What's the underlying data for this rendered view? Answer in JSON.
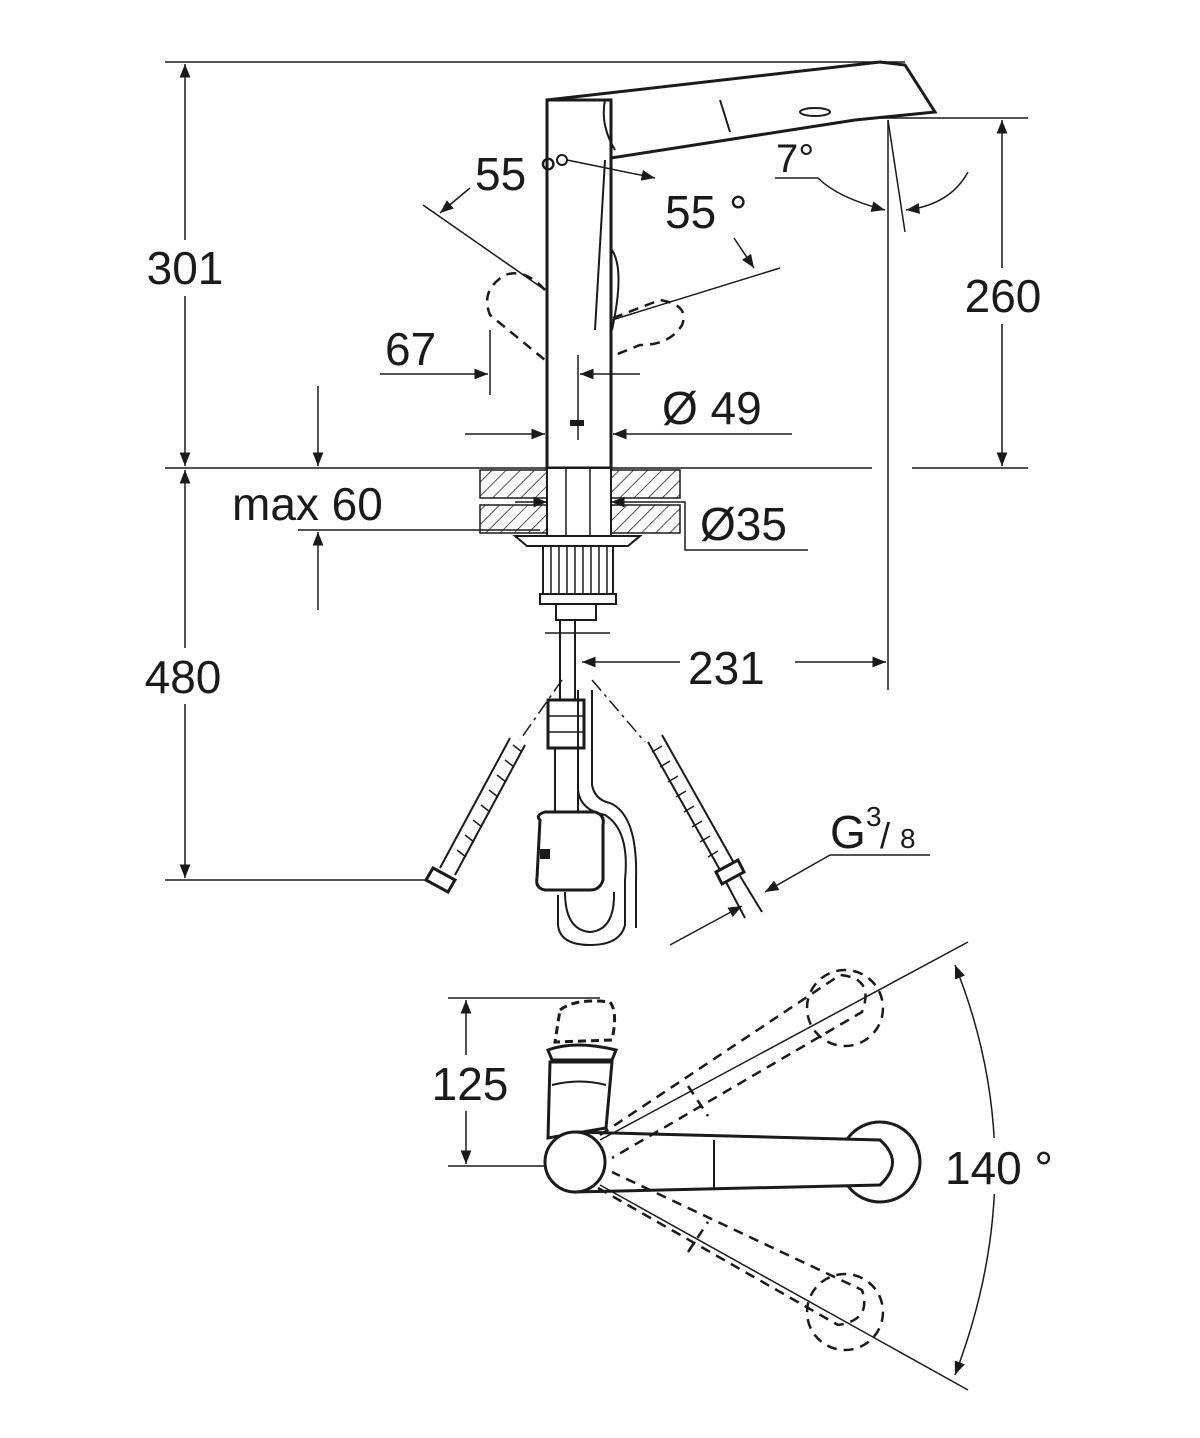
{
  "diagram": {
    "dimensions": {
      "d301": "301",
      "d260": "260",
      "d480": "480",
      "d231": "231",
      "d67": "67",
      "d125": "125",
      "max60": "max 60",
      "dia49": "Ø 49",
      "dia35": "Ø35",
      "angle55_left": "55 °",
      "angle55_right": "55 °",
      "angle7": "7°",
      "angle140": "140 °",
      "thread_g": "G",
      "thread_num": "3",
      "thread_den": "8"
    }
  }
}
